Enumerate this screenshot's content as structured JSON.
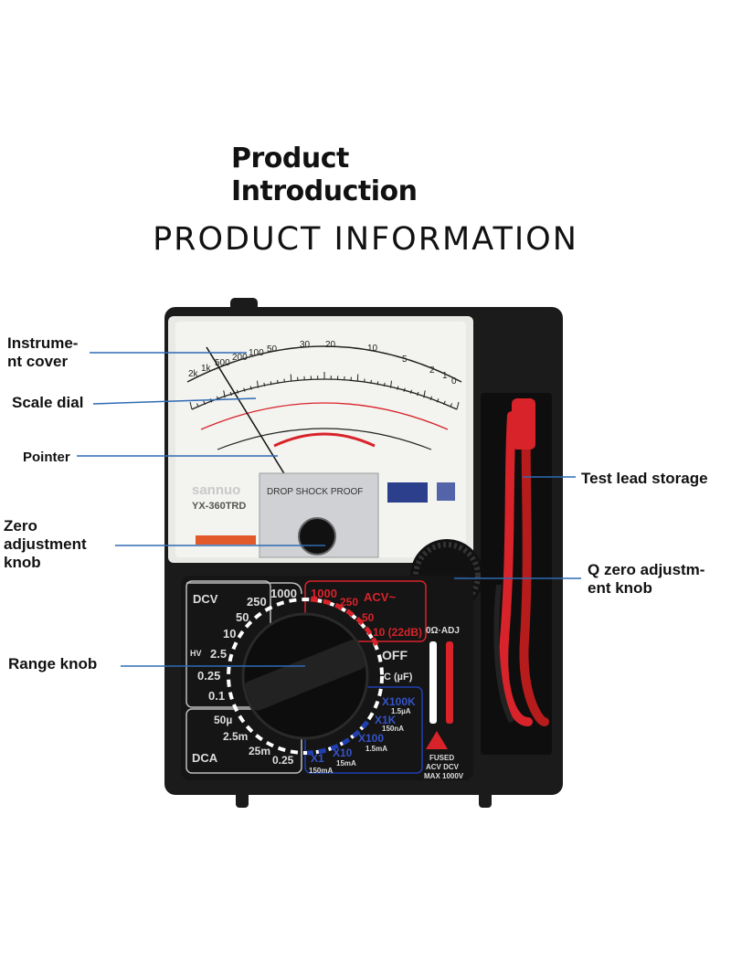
{
  "header": {
    "title_line1": "Product",
    "title_line2": "Introduction",
    "subtitle": "PRODUCT  INFORMATION"
  },
  "callouts": {
    "instrument_cover_1": "Instrume-",
    "instrument_cover_2": "nt cover",
    "scale_dial": "Scale dial",
    "pointer": "Pointer",
    "zero_adj_1": "Zero",
    "zero_adj_2": "adjustment",
    "zero_adj_3": "knob",
    "range_knob": "Range knob",
    "test_lead_storage": "Test lead storage",
    "q_zero_1": "Q zero adjustm-",
    "q_zero_2": "ent knob"
  },
  "meter": {
    "brand": "sannuo",
    "model": "YX-360TRD",
    "badge": "DROP SHOCK PROOF",
    "scale_numbers": [
      "2k",
      "1k",
      "500",
      "200",
      "100",
      "50",
      "30",
      "20",
      "10",
      "5",
      "2",
      "1",
      "0"
    ],
    "dcv_label": "DCV",
    "acv_label": "ACV~",
    "dca_label": "DCA",
    "off_label": "OFF",
    "cap_label": "C (µF)",
    "zero_ohm_label": "0Ω·ADJ",
    "fused_label": "FUSED",
    "fused_sub1": "ACV  DCV",
    "fused_sub2": "MAX 1000V",
    "dcv_ranges": [
      "1000",
      "250",
      "50",
      "10",
      "2.5",
      "0.25",
      "0.1"
    ],
    "acv_ranges": [
      "1000",
      "250",
      "50",
      "10 (22dB)"
    ],
    "dca_ranges": [
      "50µ",
      "2.5m",
      "25m",
      "0.25"
    ],
    "ohm_ranges": [
      "X100K",
      "X1K",
      "X100",
      "X10",
      "X1"
    ],
    "ohm_subs": [
      "1.5µA",
      "150nA",
      "1.5mA",
      "15mA",
      "150mA"
    ],
    "hv_label": "HV"
  },
  "colors": {
    "body": "#1b1b1b",
    "dial_face": "#f1f1ee",
    "red": "#d8232a",
    "blue": "#1f3fb0",
    "callout_line": "#2f6bb3"
  }
}
